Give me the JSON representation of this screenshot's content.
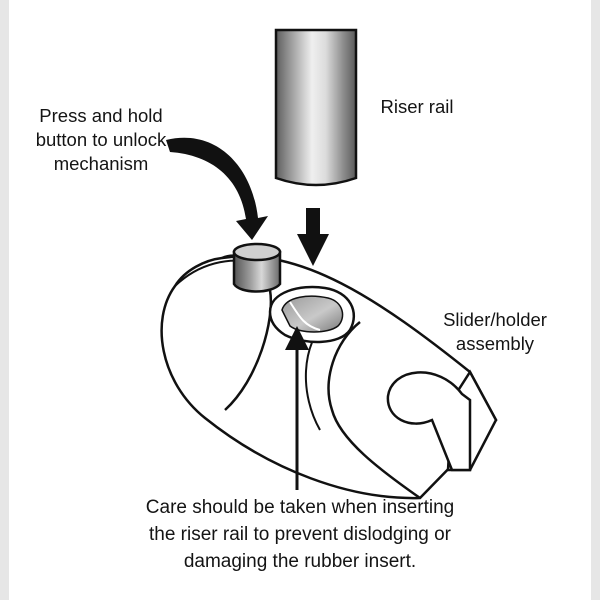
{
  "labels": {
    "press_button": [
      "Press and hold",
      "button to unlock",
      "mechanism"
    ],
    "riser_rail": "Riser rail",
    "slider_assembly": [
      "Slider/holder",
      "assembly"
    ],
    "care_note": [
      "Care should be taken when inserting",
      "the riser rail to prevent dislodging or",
      "damaging the rubber insert."
    ]
  },
  "colors": {
    "outline": "#111111",
    "metal_dark": "#7d7d7d",
    "metal_light": "#e9e9e9",
    "body_fill": "#ffffff",
    "insert_grey": "#8c8c8c",
    "strip": "#e6e6e6"
  },
  "icons": {
    "curved_arrow": "curved-arrow-icon",
    "down_arrow": "down-arrow-icon",
    "pointer_arrow": "up-pointer-arrow-icon"
  }
}
